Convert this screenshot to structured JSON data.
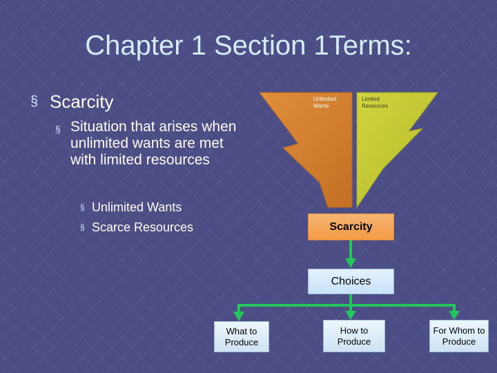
{
  "title": "Chapter 1 Section 1Terms:",
  "bullets": {
    "marker": "§",
    "main": "Scarcity",
    "definition": "Situation that arises when unlimited wants are met with limited resources",
    "sub_items": [
      "Unlimited Wants",
      "Scarce Resources"
    ]
  },
  "diagram": {
    "fan_left_label": "Unlimited\nWants",
    "fan_right_label": "Limited\nResources",
    "scarcity_box": "Scarcity",
    "choices_box": "Choices",
    "outcomes": [
      "What to Produce",
      "How to Produce",
      "For Whom to Produce"
    ],
    "colors": {
      "orange": "#d9822f",
      "yellow_green": "#c3c832",
      "arrow_green": "#22c55e",
      "scarcity_fill": "#f5a95a",
      "choices_fill": "#d7ebfb"
    }
  }
}
